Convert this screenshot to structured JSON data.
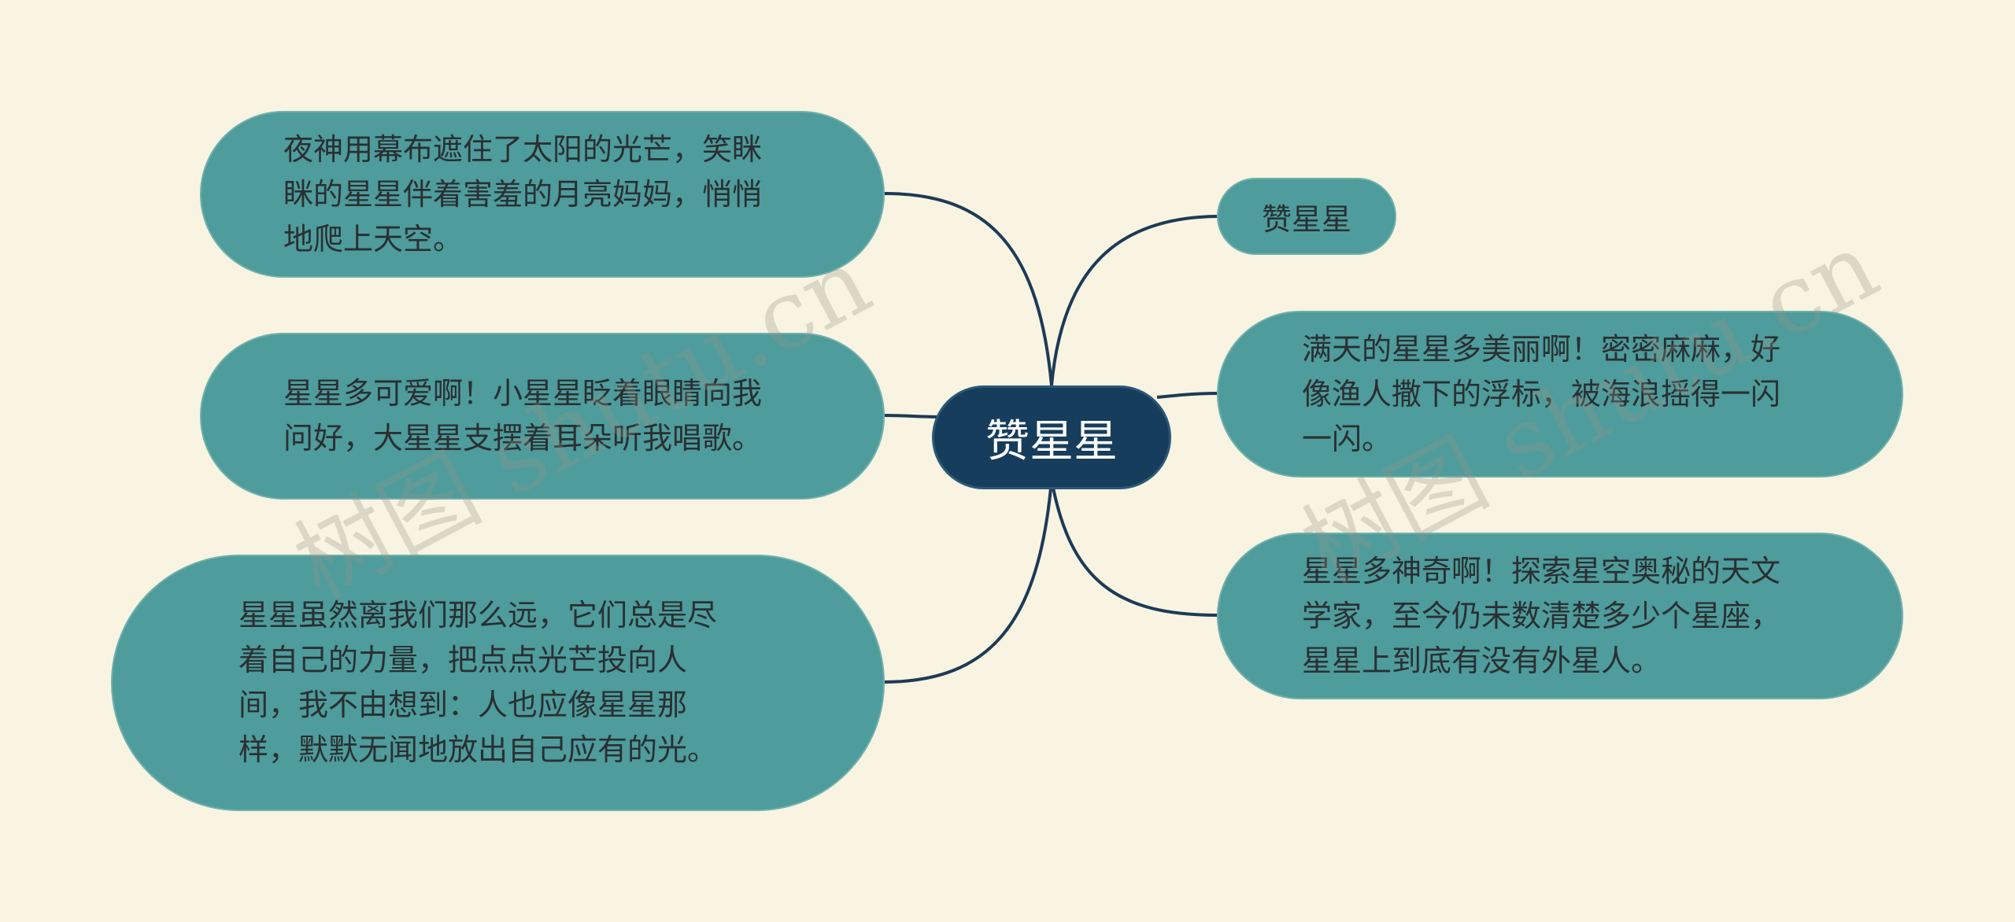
{
  "root": {
    "label": "赞星星"
  },
  "title_node": {
    "label": "赞星星"
  },
  "left_nodes": [
    {
      "text": "夜神用幕布遮住了太阳的光芒，笑眯眯的星星伴着害羞的月亮妈妈，悄悄地爬上天空。"
    },
    {
      "text": "星星多可爱啊！小星星眨着眼睛向我问好，大星星支摆着耳朵听我唱歌。"
    },
    {
      "text": "星星虽然离我们那么远，它们总是尽着自己的力量，把点点光芒投向人间，我不由想到：人也应像星星那样，默默无闻地放出自己应有的光。"
    }
  ],
  "right_nodes": [
    {
      "text": "满天的星星多美丽啊！密密麻麻，好像渔人撒下的浮标，被海浪摇得一闪一闪。"
    },
    {
      "text": "星星多神奇啊！探索星空奥秘的天文学家，至今仍未数清楚多少个星座，星星上到底有没有外星人。"
    }
  ],
  "watermarks": [
    "树图 shutu.cn",
    "树图 shutu.cn"
  ],
  "colors": {
    "background": "#f8f4e1",
    "node_fill": "#4e9c9b",
    "root_fill": "#173d5c",
    "connector": "#1d3a57"
  }
}
